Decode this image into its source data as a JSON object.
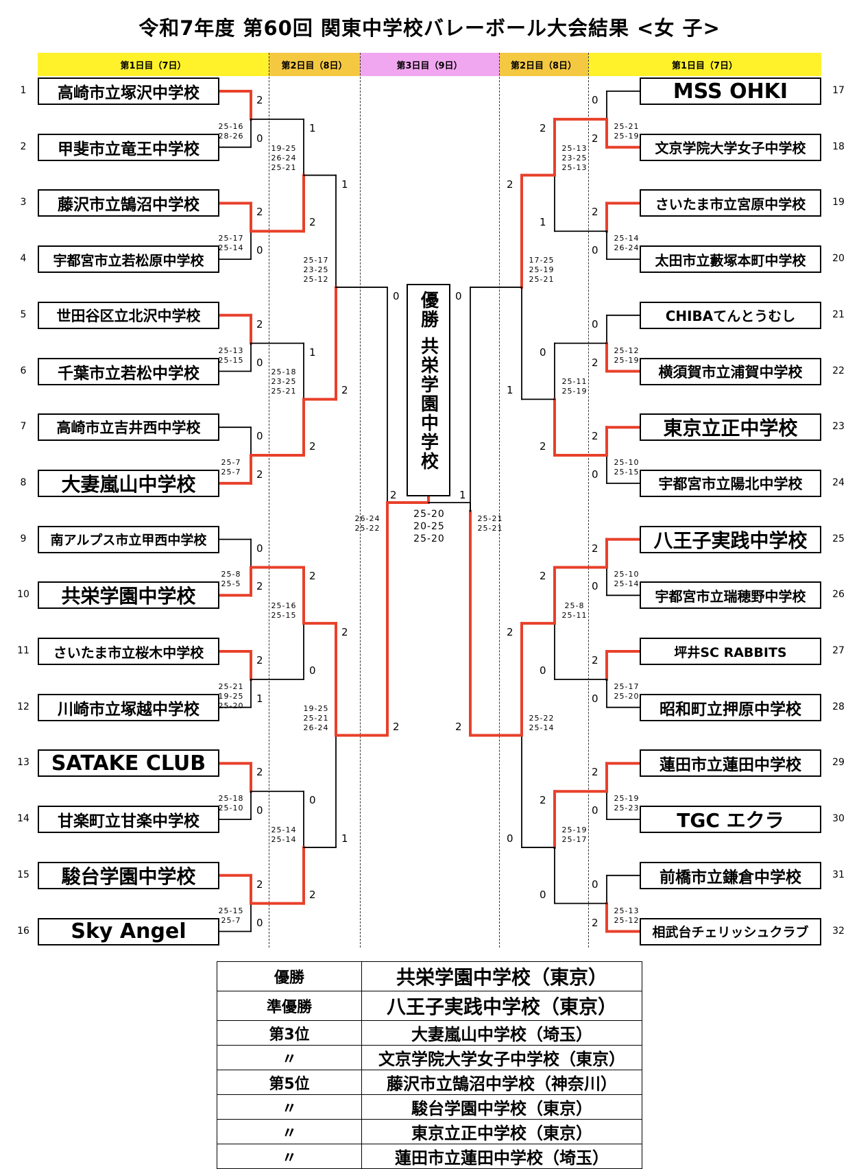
{
  "title": "令和7年度 第60回 関東中学校バレーボール大会結果 <女 子>",
  "headers": [
    {
      "label": "第1日目（7日）",
      "color": "#fff12a"
    },
    {
      "label": "第2日目（8日）",
      "color": "#f5c842"
    },
    {
      "label": "第3日目（9日）",
      "color": "#f1a7f0"
    },
    {
      "label": "第2日目（8日）",
      "color": "#f5c842"
    },
    {
      "label": "第1日目（7日）",
      "color": "#fff12a"
    }
  ],
  "teams_left": [
    {
      "no": "1",
      "name": "高崎市立塚沢中学校"
    },
    {
      "no": "2",
      "name": "甲斐市立竜王中学校"
    },
    {
      "no": "3",
      "name": "藤沢市立鵠沼中学校"
    },
    {
      "no": "4",
      "name": "宇都宮市立若松原中学校"
    },
    {
      "no": "5",
      "name": "世田谷区立北沢中学校"
    },
    {
      "no": "6",
      "name": "千葉市立若松中学校"
    },
    {
      "no": "7",
      "name": "高崎市立吉井西中学校"
    },
    {
      "no": "8",
      "name": "大妻嵐山中学校"
    },
    {
      "no": "9",
      "name": "南アルプス市立甲西中学校"
    },
    {
      "no": "10",
      "name": "共栄学園中学校"
    },
    {
      "no": "11",
      "name": "さいたま市立桜木中学校"
    },
    {
      "no": "12",
      "name": "川崎市立塚越中学校"
    },
    {
      "no": "13",
      "name": "SATAKE CLUB"
    },
    {
      "no": "14",
      "name": "甘楽町立甘楽中学校"
    },
    {
      "no": "15",
      "name": "駿台学園中学校"
    },
    {
      "no": "16",
      "name": "Sky Angel"
    }
  ],
  "teams_right": [
    {
      "no": "17",
      "name": "MSS OHKI"
    },
    {
      "no": "18",
      "name": "文京学院大学女子中学校"
    },
    {
      "no": "19",
      "name": "さいたま市立宮原中学校"
    },
    {
      "no": "20",
      "name": "太田市立藪塚本町中学校"
    },
    {
      "no": "21",
      "name": "CHIBAてんとうむし"
    },
    {
      "no": "22",
      "name": "横須賀市立浦賀中学校"
    },
    {
      "no": "23",
      "name": "東京立正中学校"
    },
    {
      "no": "24",
      "name": "宇都宮市立陽北中学校"
    },
    {
      "no": "25",
      "name": "八王子実践中学校"
    },
    {
      "no": "26",
      "name": "宇都宮市立瑞穂野中学校"
    },
    {
      "no": "27",
      "name": "坪井SC RABBITS"
    },
    {
      "no": "28",
      "name": "昭和町立押原中学校"
    },
    {
      "no": "29",
      "name": "蓮田市立蓮田中学校"
    },
    {
      "no": "30",
      "name": "TGC エクラ"
    },
    {
      "no": "31",
      "name": "前橋市立鎌倉中学校"
    },
    {
      "no": "32",
      "name": "相武台チェリッシュクラブ"
    }
  ],
  "round1_left": [
    {
      "a": "2",
      "b": "0",
      "sets": [
        "25-16",
        "28-26"
      ]
    },
    {
      "a": "2",
      "b": "0",
      "sets": [
        "25-17",
        "25-14"
      ]
    },
    {
      "a": "2",
      "b": "0",
      "sets": [
        "25-13",
        "25-15"
      ]
    },
    {
      "a": "0",
      "b": "2",
      "sets": [
        "25-7",
        "25-7"
      ]
    },
    {
      "a": "0",
      "b": "2",
      "sets": [
        "25-8",
        "25-5"
      ]
    },
    {
      "a": "2",
      "b": "1",
      "sets": [
        "25-21",
        "19-25",
        "25-20"
      ]
    },
    {
      "a": "2",
      "b": "0",
      "sets": [
        "25-18",
        "25-10"
      ]
    },
    {
      "a": "2",
      "b": "0",
      "sets": [
        "25-15",
        "25-7"
      ]
    }
  ],
  "round1_right": [
    {
      "a": "0",
      "b": "2",
      "sets": [
        "25-21",
        "25-19"
      ]
    },
    {
      "a": "2",
      "b": "0",
      "sets": [
        "25-14",
        "26-24"
      ]
    },
    {
      "a": "0",
      "b": "2",
      "sets": [
        "25-12",
        "25-19"
      ]
    },
    {
      "a": "2",
      "b": "0",
      "sets": [
        "25-10",
        "25-15"
      ]
    },
    {
      "a": "2",
      "b": "0",
      "sets": [
        "25-10",
        "25-14"
      ]
    },
    {
      "a": "2",
      "b": "0",
      "sets": [
        "25-17",
        "25-20"
      ]
    },
    {
      "a": "2",
      "b": "0",
      "sets": [
        "25-19",
        "25-23"
      ]
    },
    {
      "a": "0",
      "b": "2",
      "sets": [
        "25-13",
        "25-12"
      ]
    }
  ],
  "round2_left": [
    {
      "a": "1",
      "b": "2",
      "sets": [
        "19-25",
        "26-24",
        "25-21"
      ]
    },
    {
      "a": "1",
      "b": "2",
      "sets": [
        "25-18",
        "23-25",
        "25-21"
      ]
    },
    {
      "a": "2",
      "b": "0",
      "sets": [
        "25-16",
        "25-15"
      ]
    },
    {
      "a": "0",
      "b": "2",
      "sets": [
        "25-14",
        "25-14"
      ]
    }
  ],
  "round2_right": [
    {
      "a": "2",
      "b": "1",
      "sets": [
        "25-13",
        "23-25",
        "25-13"
      ]
    },
    {
      "a": "0",
      "b": "2",
      "sets": [
        "25-11",
        "25-19"
      ]
    },
    {
      "a": "2",
      "b": "0",
      "sets": [
        "25-8",
        "25-11"
      ]
    },
    {
      "a": "2",
      "b": "0",
      "sets": [
        "25-19",
        "25-17"
      ]
    }
  ],
  "qf_left": [
    {
      "a": "1",
      "b": "2",
      "sets": [
        "25-17",
        "23-25",
        "25-12"
      ]
    },
    {
      "a": "2",
      "b": "1",
      "sets": [
        "19-25",
        "25-21",
        "26-24"
      ]
    }
  ],
  "qf_right": [
    {
      "a": "2",
      "b": "1",
      "sets": [
        "17-25",
        "25-19",
        "25-21"
      ]
    },
    {
      "a": "2",
      "b": "0",
      "sets": [
        "25-22",
        "25-14"
      ]
    }
  ],
  "sf_left": {
    "a": "0",
    "b": "2",
    "sets": [
      "26-24",
      "25-22"
    ]
  },
  "sf_right": {
    "a": "0",
    "b": "2",
    "sets": [
      "25-21",
      "25-21"
    ]
  },
  "final": {
    "left": "2",
    "right": "1",
    "sets": [
      "25-20",
      "20-25",
      "25-20"
    ]
  },
  "champion_box": "優勝 共栄学園中学校",
  "results": [
    {
      "rank": "優勝",
      "team": "共栄学園中学校（東京）"
    },
    {
      "rank": "準優勝",
      "team": "八王子実践中学校（東京）"
    },
    {
      "rank": "第3位",
      "team": "大妻嵐山中学校（埼玉）"
    },
    {
      "rank": "〃",
      "team": "文京学院大学女子中学校（東京）"
    },
    {
      "rank": "第5位",
      "team": "藤沢市立鵠沼中学校（神奈川）"
    },
    {
      "rank": "〃",
      "team": "駿台学園中学校（東京）"
    },
    {
      "rank": "〃",
      "team": "東京立正中学校（東京）"
    },
    {
      "rank": "〃",
      "team": "蓮田市立蓮田中学校（埼玉）"
    }
  ],
  "colors": {
    "win_line": "#e8402a",
    "lose_line": "#000000"
  }
}
